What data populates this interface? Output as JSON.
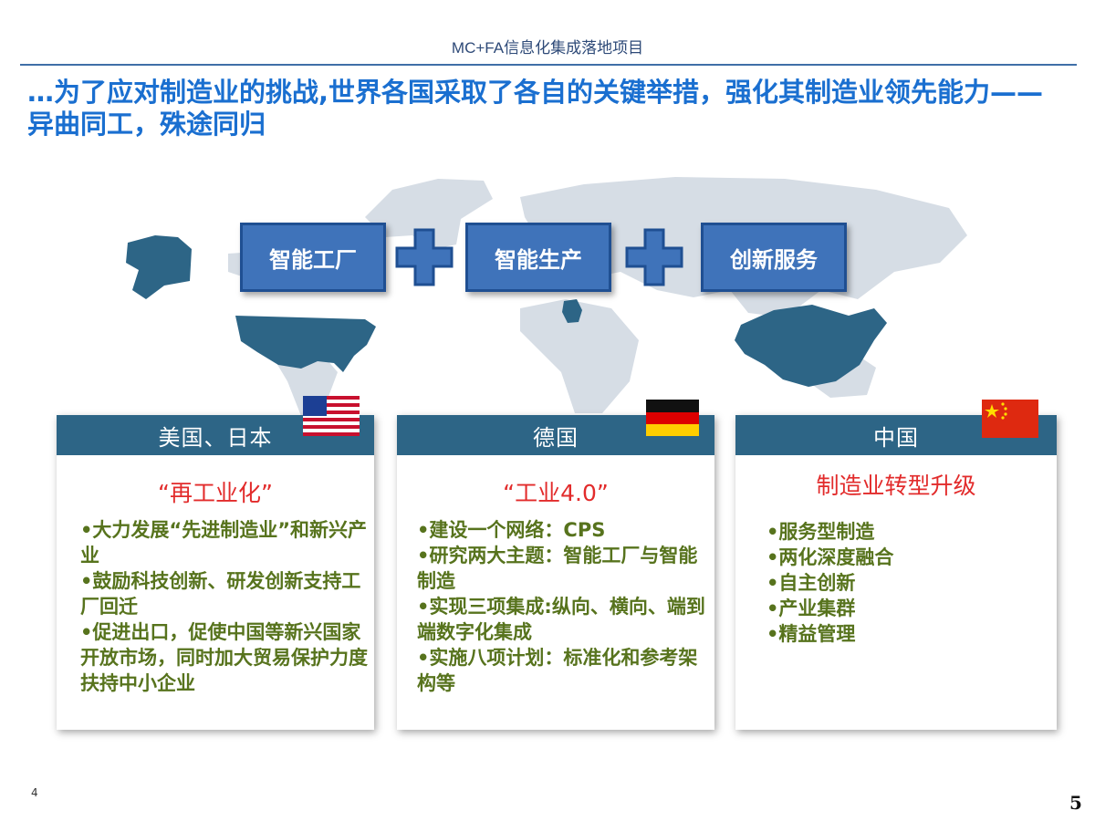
{
  "header": {
    "title": "MC+FA信息化集成落地项目"
  },
  "headline": {
    "text": "…为了应对制造业的挑战,世界各国采取了各自的关键举措，强化其制造业领先能力——异曲同工，殊途同归"
  },
  "pillars": [
    {
      "label": "智能工厂"
    },
    {
      "label": "智能生产"
    },
    {
      "label": "创新服务"
    }
  ],
  "cards": [
    {
      "country": "美国、日本",
      "subtitle": "“再工业化”",
      "items": [
        "•大力发展“先进制造业”和新兴产业",
        "•鼓励科技创新、研发创新支持工厂回迁",
        "•促进出口，促使中国等新兴国家开放市场，同时加大贸易保护力度扶持中小企业"
      ]
    },
    {
      "country": "德国",
      "subtitle": "“工业4.0”",
      "items": [
        "•建设一个网络：CPS",
        "•研究两大主题：智能工厂与智能制造",
        "•实现三项集成:纵向、横向、端到端数字化集成",
        "•实施八项计划：标准化和参考架构等"
      ]
    },
    {
      "country": "中国",
      "subtitle": "制造业转型升级",
      "items": [
        "•服务型制造",
        "•两化深度融合",
        "•自主创新",
        "•产业集群",
        "•精益管理"
      ]
    }
  ],
  "icons": {
    "map": "world-map-icon",
    "plus": "plus-icon",
    "flags": [
      "usa-flag-icon",
      "germany-flag-icon",
      "china-flag-icon"
    ]
  },
  "colors": {
    "accent_blue": "#1a6fd0",
    "pillar_blue": "#3f73ba",
    "card_header": "#2d6586",
    "subtitle_red": "#e22b2b",
    "bullet_green": "#57731d",
    "highlight_country": "#2d6586"
  },
  "page": {
    "left_number": "4",
    "right_number": "5"
  }
}
